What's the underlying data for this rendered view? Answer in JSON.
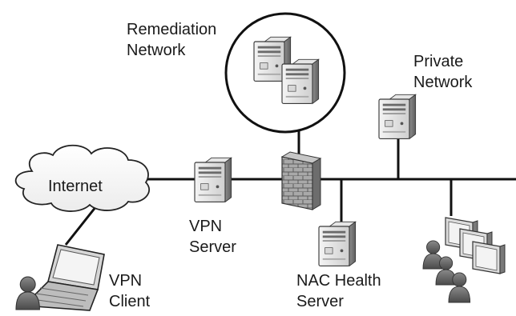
{
  "labels": {
    "remediation_line1": "Remediation",
    "remediation_line2": "Network",
    "private_line1": "Private",
    "private_line2": "Network",
    "internet": "Internet",
    "vpn_server_line1": "VPN",
    "vpn_server_line2": "Server",
    "vpn_client_line1": "VPN",
    "vpn_client_line2": "Client",
    "nac_line1": "NAC Health",
    "nac_line2": "Server"
  },
  "icons": {
    "server": "server-tower-icon",
    "firewall": "firewall-icon",
    "cloud": "cloud-icon",
    "laptop": "laptop-icon",
    "user": "user-icon",
    "workstation": "workstation-icon"
  }
}
